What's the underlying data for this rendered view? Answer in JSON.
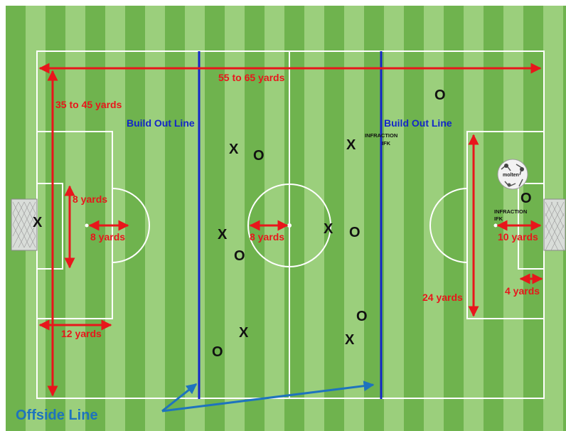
{
  "field": {
    "stripe_colors": [
      "#6fb34e",
      "#9bcf7c"
    ],
    "line_color": "#ffffff",
    "measure_color": "#e8161b",
    "build_out_color": "#1326c8",
    "offside_color": "#1e73be"
  },
  "measurements": {
    "length": "55 to 65 yards",
    "width": "35 to 45 yards",
    "goal_area_width": "8 yards",
    "goal_area_depth": "8 yards",
    "center_radius": "8 yards",
    "penalty_depth_left": "12 yards",
    "penalty_width_right": "24 yards",
    "penalty_depth_right": "10 yards",
    "goal_area_depth_right": "4 yards"
  },
  "build_out_lines": {
    "left": "Build Out Line",
    "right": "Build Out Line"
  },
  "infractions": {
    "top": [
      "INFRACTION",
      "IFK"
    ],
    "right": [
      "INFRACTION",
      "IFK"
    ]
  },
  "offside_label": "Offside Line",
  "ball_label": "molten",
  "team_x": "X",
  "team_o": "O"
}
